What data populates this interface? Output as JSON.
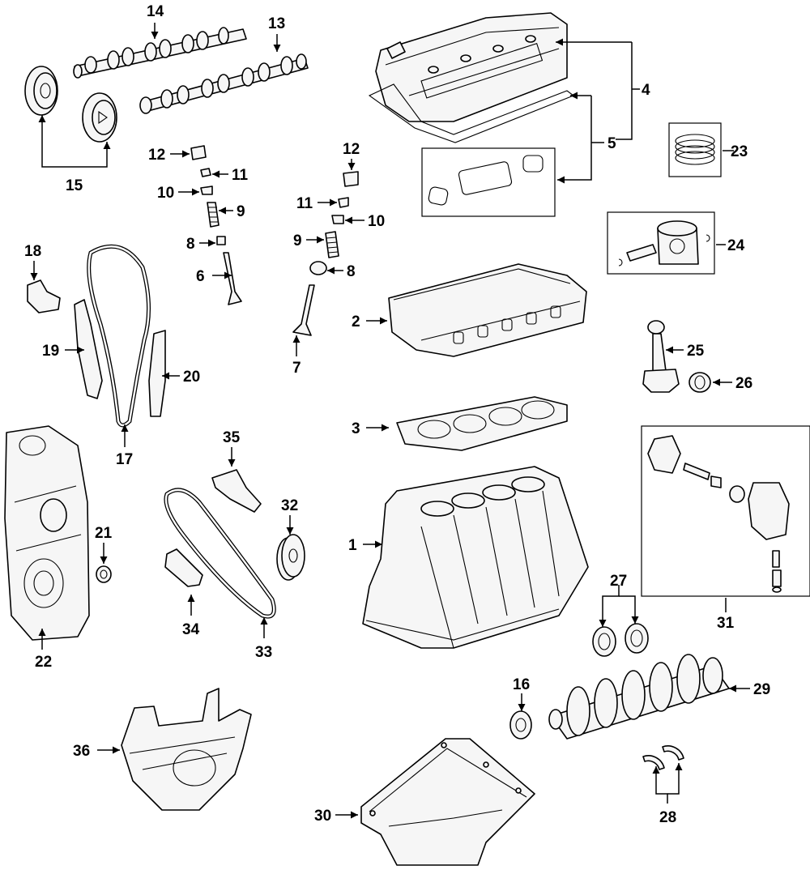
{
  "parts": [
    {
      "id": "block",
      "label": "1"
    },
    {
      "id": "cylinder-head",
      "label": "2"
    },
    {
      "id": "head-gasket",
      "label": "3"
    },
    {
      "id": "valve-cover",
      "label": "4"
    },
    {
      "id": "valve-cover-gasket",
      "label": "5"
    },
    {
      "id": "intake-valve",
      "label": "6"
    },
    {
      "id": "exhaust-valve",
      "label": "7"
    },
    {
      "id": "valve-seal-a",
      "label": "8"
    },
    {
      "id": "valve-seal-b",
      "label": "8"
    },
    {
      "id": "valve-spring-a",
      "label": "9"
    },
    {
      "id": "valve-spring-b",
      "label": "9"
    },
    {
      "id": "spring-retainer-a",
      "label": "10"
    },
    {
      "id": "spring-retainer-b",
      "label": "10"
    },
    {
      "id": "valve-keeper-a",
      "label": "11"
    },
    {
      "id": "valve-keeper-b",
      "label": "11"
    },
    {
      "id": "lifter-a",
      "label": "12"
    },
    {
      "id": "lifter-b",
      "label": "12"
    },
    {
      "id": "camshaft-lower",
      "label": "13"
    },
    {
      "id": "camshaft-upper",
      "label": "14"
    },
    {
      "id": "cam-sprockets",
      "label": "15"
    },
    {
      "id": "crank-sprocket",
      "label": "16"
    },
    {
      "id": "timing-chain",
      "label": "17"
    },
    {
      "id": "chain-tensioner",
      "label": "18"
    },
    {
      "id": "tensioner-guide",
      "label": "19"
    },
    {
      "id": "fixed-guide",
      "label": "20"
    },
    {
      "id": "front-seal",
      "label": "21"
    },
    {
      "id": "timing-cover",
      "label": "22"
    },
    {
      "id": "piston-rings",
      "label": "23"
    },
    {
      "id": "piston",
      "label": "24"
    },
    {
      "id": "connecting-rod",
      "label": "25"
    },
    {
      "id": "rod-bearing",
      "label": "26"
    },
    {
      "id": "main-bearings",
      "label": "27"
    },
    {
      "id": "thrust-washers",
      "label": "28"
    },
    {
      "id": "crankshaft",
      "label": "29"
    },
    {
      "id": "oil-pan",
      "label": "30"
    },
    {
      "id": "oil-pump-kit",
      "label": "31"
    },
    {
      "id": "balance-sprocket",
      "label": "32"
    },
    {
      "id": "balance-chain",
      "label": "33"
    },
    {
      "id": "balance-guide",
      "label": "34"
    },
    {
      "id": "balance-tensioner",
      "label": "35"
    },
    {
      "id": "balance-shaft-assembly",
      "label": "36"
    }
  ]
}
